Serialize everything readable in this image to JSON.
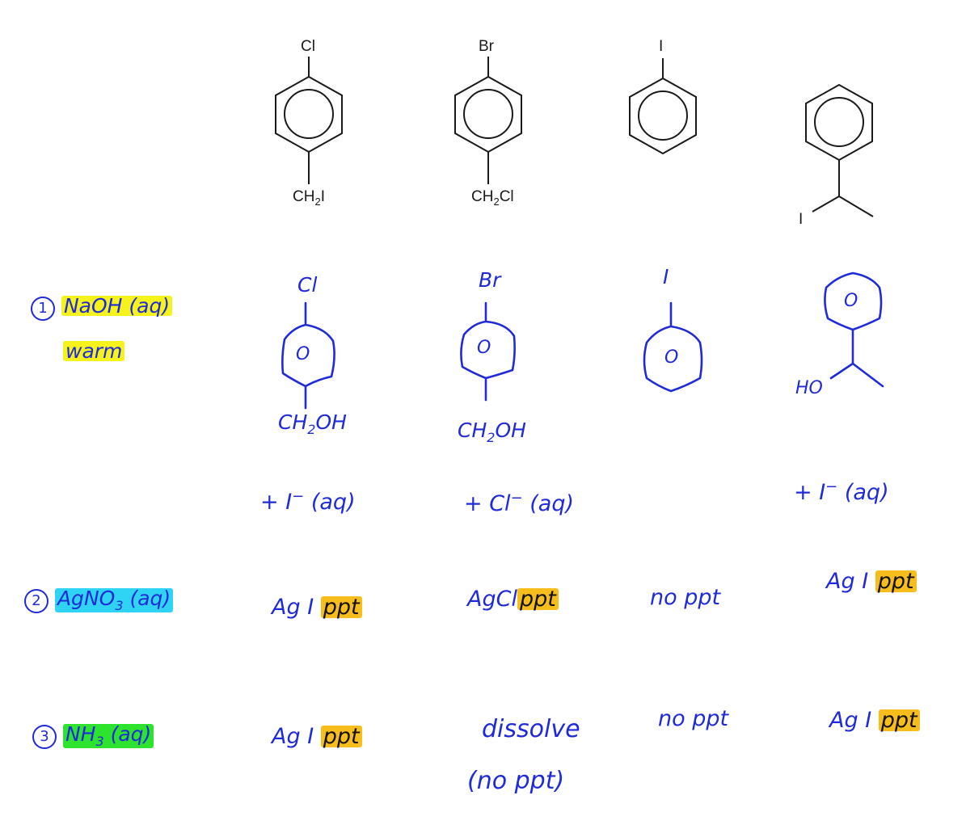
{
  "colors": {
    "ink": "#1f2bd9",
    "print": "#1a1a1a",
    "yellow_highlight": "#f6f31c",
    "cyan_highlight": "#2fd4f5",
    "green_highlight": "#2ee32e",
    "orange_highlight": "#f7bd1c"
  },
  "reactants": [
    {
      "top": "Cl",
      "bottom": "CH",
      "bottom_sub": "2",
      "bottom_end": "I"
    },
    {
      "top": "Br",
      "bottom": "CH",
      "bottom_sub": "2",
      "bottom_end": "Cl"
    },
    {
      "top": "I"
    },
    {
      "side": "I"
    }
  ],
  "steps": [
    {
      "number": "1",
      "reagent": "NaOH (aq)",
      "condition": "warm"
    },
    {
      "number": "2",
      "reagent_prefix": "Ag",
      "reagent": "NO",
      "reagent_sub": "3",
      "reagent_suffix": " (aq)"
    },
    {
      "number": "3",
      "reagent": "NH",
      "reagent_sub": "3",
      "reagent_suffix": " (aq)"
    }
  ],
  "products": [
    {
      "top": "Cl",
      "ring": "O",
      "bottom": "CH",
      "bottom_sub": "2",
      "bottom_end": "OH",
      "ion": "+ I",
      "ion_charge": "−",
      "ion_state": " (aq)"
    },
    {
      "top": "Br",
      "ring": "O",
      "bottom": "CH",
      "bottom_sub": "2",
      "bottom_end": "OH",
      "ion": "+ Cl",
      "ion_charge": "−",
      "ion_state": " (aq)"
    },
    {
      "top": "I",
      "ring": "O"
    },
    {
      "ring": "O",
      "side": "HO",
      "ion": "+ I",
      "ion_charge": "−",
      "ion_state": " (aq)"
    }
  ],
  "agno3_results": [
    {
      "compound": "Ag I",
      "ppt": "ppt"
    },
    {
      "compound": "AgCl",
      "ppt": "ppt"
    },
    {
      "text": "no ppt"
    },
    {
      "compound": "Ag I",
      "ppt": "ppt"
    }
  ],
  "nh3_results": [
    {
      "compound": "Ag I",
      "ppt": "ppt"
    },
    {
      "text": "dissolve",
      "text2": "(no ppt)"
    },
    {
      "text": "no ppt"
    },
    {
      "compound": "Ag I",
      "ppt": "ppt"
    }
  ]
}
